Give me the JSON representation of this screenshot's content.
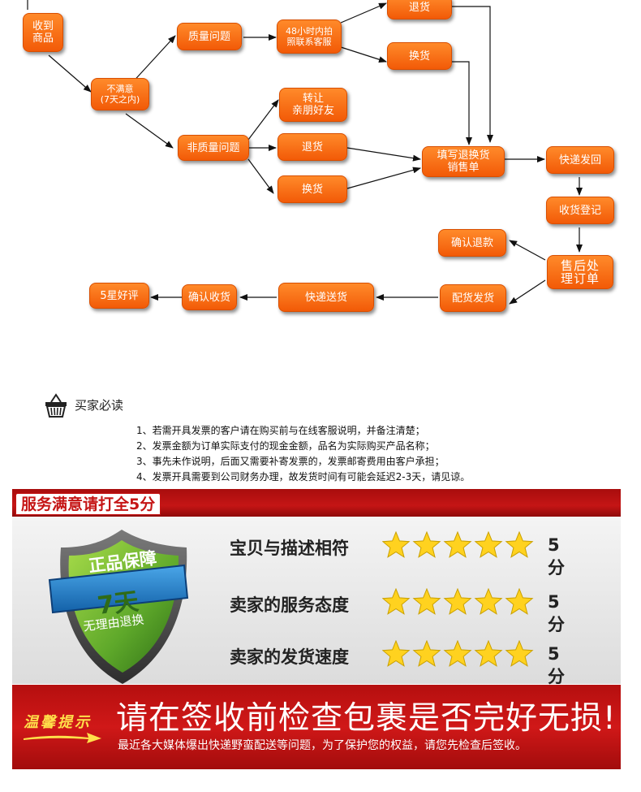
{
  "flow": {
    "receive_goods": "收到\n商品",
    "unsatisfied": "不满意\n(7天之内)",
    "quality_issue": "质量问题",
    "contact_service": "48小时内拍\n照联系客服",
    "return_top": "退货",
    "exchange_top": "换货",
    "non_quality_issue": "非质量问题",
    "gift_friend": "转让\n亲朋好友",
    "return_mid": "退货",
    "exchange_mid": "换货",
    "fill_form": "填写退换货\n销售单",
    "express_send": "快递发回",
    "receipt_register": "收货登记",
    "aftersale_process": "售后处\n理订单",
    "confirm_refund": "确认退款",
    "ship_goods": "配货发货",
    "express_deliver": "快递送货",
    "confirm_receipt": "确认收货",
    "five_star": "5星好评"
  },
  "notice": {
    "icon": "shopping-basket-icon",
    "title": "买家必读",
    "lines": [
      "1、若需开具发票的客户请在购买前与在线客服说明，并备注清楚；",
      "2、发票金额为订单实际支付的现金金额，品名为实际购买产品名称；",
      "3、事先未作说明，后面又需要补寄发票的，发票邮寄费用由客户承担；",
      "4、发票开具需要到公司财务办理，故发货时间有可能会延迟2-3天，请见谅。"
    ]
  },
  "rating": {
    "banner": "服务满意请打全5分",
    "shield_title": "正品保障",
    "shield_days": "7天",
    "shield_sub": "无理由退换",
    "rows": [
      {
        "label": "宝贝与描述相符",
        "stars": 5,
        "score": "5分"
      },
      {
        "label": "卖家的服务态度",
        "stars": 5,
        "score": "5分"
      },
      {
        "label": "卖家的发货速度",
        "stars": 5,
        "score": "5分"
      }
    ]
  },
  "tip": {
    "label": "温馨提示",
    "headline": "请在签收前检查包裹是否完好无损!",
    "sub": "最近各大媒体爆出快递野蛮配送等问题，为了保护您的权益，请您先检查后签收。"
  },
  "colors": {
    "node_orange": "#f25a07",
    "banner_red": "#c51515",
    "star_yellow": "#ffd21f",
    "tip_yellow": "#ffe04a"
  }
}
